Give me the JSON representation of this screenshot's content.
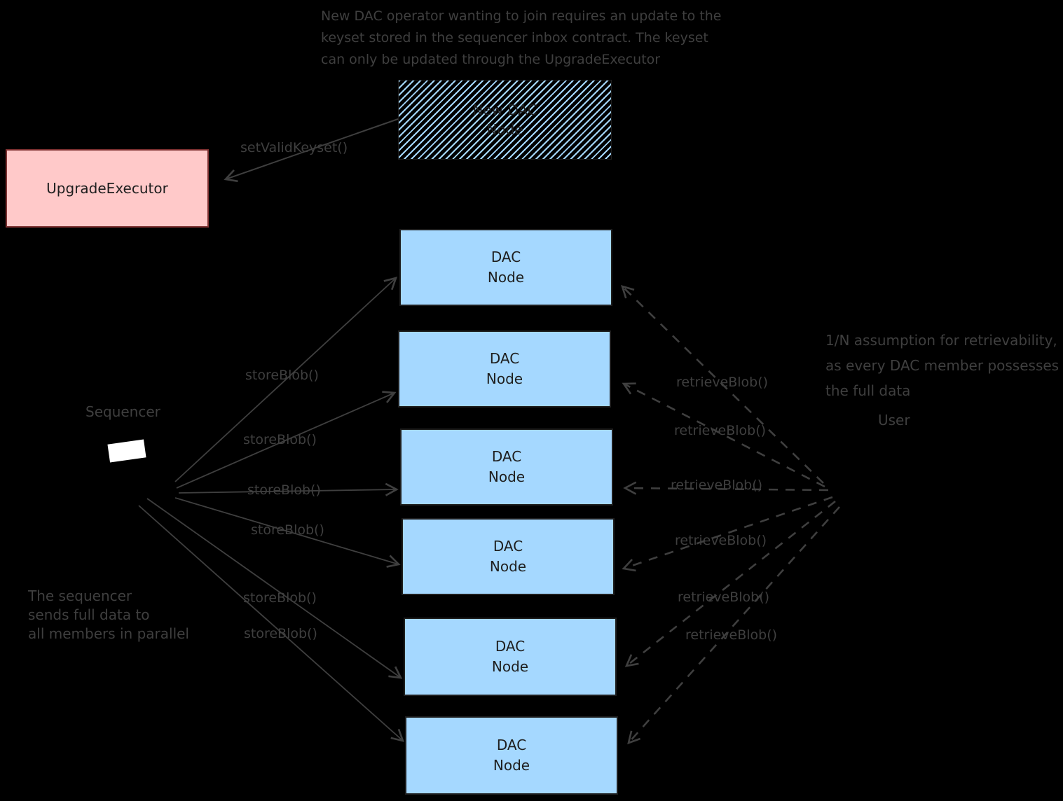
{
  "canvas": {
    "background": "#000000",
    "stroke_color": "#3f3f3f"
  },
  "notes": {
    "keyset_note": "New DAC operator wanting to join requires an update to the\nkeyset stored in the sequencer inbox contract. The keyset\ncan only be updated through the UpgradeExecutor",
    "retrievability_note": "1/N assumption for retrievability,\nas every DAC member possesses\nthe full data",
    "parallel_note": "The sequencer\nsends full data to\nall members in parallel"
  },
  "nodes": {
    "upgrade_executor": {
      "label": "UpgradeExecutor",
      "fill": "#ffc9c9"
    },
    "new_dac_node": {
      "label": "New DAC\nNode",
      "hatch_color": "#a5d8ff"
    },
    "dac_node": {
      "label": "DAC\nNode",
      "fill": "#a5d8ff",
      "count": 6
    },
    "sequencer": {
      "label": "Sequencer"
    },
    "user": {
      "label": "User"
    }
  },
  "calls": {
    "set_valid_keyset": "setValidKeyset()",
    "store_blob": "storeBlob()",
    "retrieve_blob": "retrieveBlob()"
  }
}
